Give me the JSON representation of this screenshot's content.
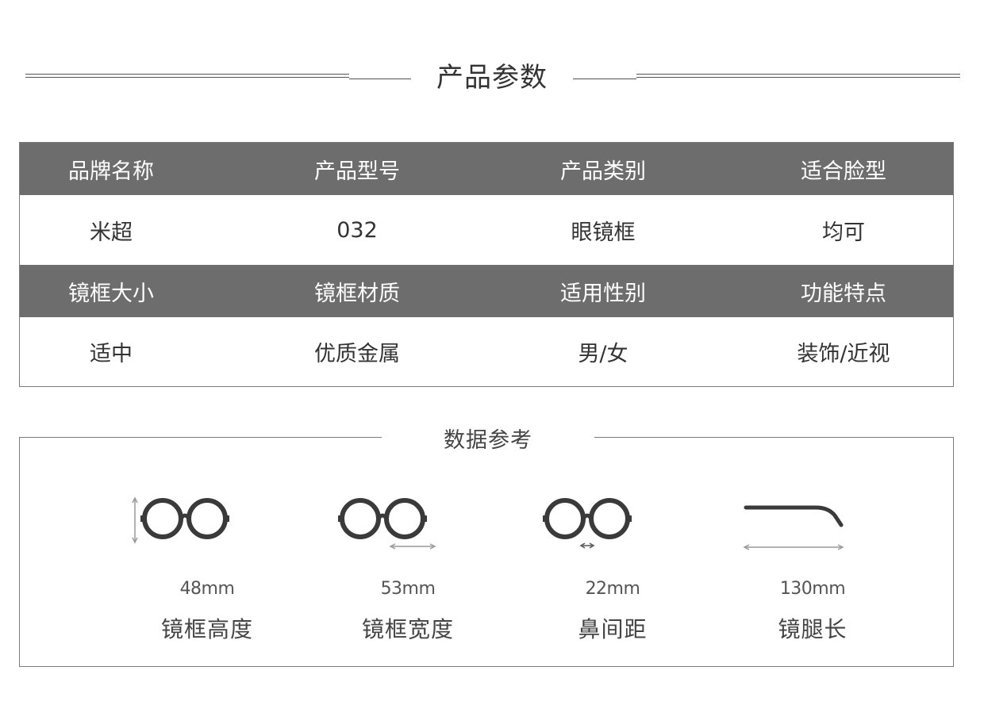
{
  "section": {
    "title": "产品参数"
  },
  "table": {
    "rows": [
      {
        "type": "head",
        "cells": [
          "品牌名称",
          "产品型号",
          "产品类别",
          "适合脸型"
        ]
      },
      {
        "type": "value",
        "cells": [
          "米超",
          "032",
          "眼镜框",
          "均可"
        ]
      },
      {
        "type": "head",
        "cells": [
          "镜框大小",
          "镜框材质",
          "适用性别",
          "功能特点"
        ]
      },
      {
        "type": "value",
        "cells": [
          "适中",
          "优质金属",
          "男/女",
          "装饰/近视"
        ]
      }
    ]
  },
  "reference": {
    "title": "数据参考",
    "metrics": [
      {
        "icon": "glasses-height-icon",
        "value": "48mm",
        "label": "镜框高度"
      },
      {
        "icon": "glasses-width-icon",
        "value": "53mm",
        "label": "镜框宽度"
      },
      {
        "icon": "glasses-bridge-icon",
        "value": "22mm",
        "label": "鼻间距"
      },
      {
        "icon": "temple-length-icon",
        "value": "130mm",
        "label": "镜腿长"
      }
    ]
  },
  "colors": {
    "header_bg": "#6d6d6d",
    "header_text": "#ffffff",
    "frame": "#3a3a3a",
    "border": "#7a7a7a"
  }
}
